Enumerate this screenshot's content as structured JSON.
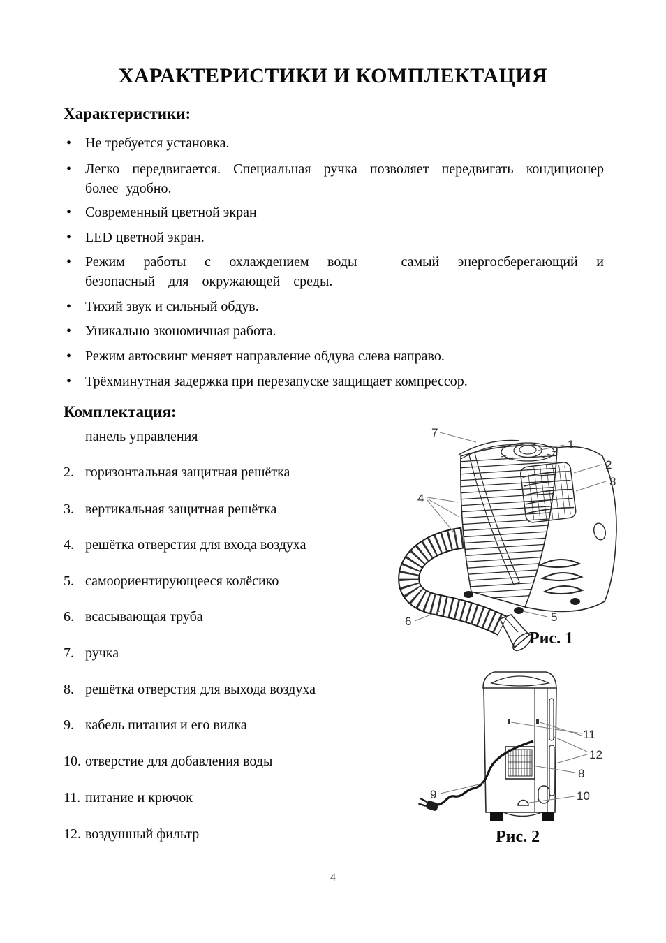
{
  "page": {
    "title": "ХАРАКТЕРИСТИКИ И КОМПЛЕКТАЦИЯ",
    "page_number": "4"
  },
  "characteristics": {
    "heading": "Характеристики:",
    "bullet": "•",
    "items": [
      "Не требуется установка.",
      "Легко передвигается. Специальная ручка позволяет передвигать кондиционер более удобно.",
      "Современный цветной экран",
      "LED цветной экран.",
      "Режим работы с охлаждением воды – самый энергосберегающий и безопасный для окружающей среды.",
      "Тихий звук и сильный обдув.",
      "Уникально экономичная работа.",
      "Режим автосвинг меняет направление обдува слева направо.",
      "Трёхминутная задержка при перезапуске защищает компрессор."
    ]
  },
  "package": {
    "heading": "Комплектация:",
    "items": [
      {
        "num": "",
        "label": "панель управления"
      },
      {
        "num": "2.",
        "label": "горизонтальная защитная решётка"
      },
      {
        "num": "3.",
        "label": "вертикальная защитная решётка"
      },
      {
        "num": "4.",
        "label": "решётка отверстия для входа воздуха"
      },
      {
        "num": "5.",
        "label": "самоориентирующееся колёсико"
      },
      {
        "num": "6.",
        "label": "всасывающая труба"
      },
      {
        "num": "7.",
        "label": "ручка"
      },
      {
        "num": "8.",
        "label": "решётка отверстия для выхода воздуха"
      },
      {
        "num": "9.",
        "label": "кабель питания и его вилка"
      },
      {
        "num": "10.",
        "label": "отверстие для добавления воды"
      },
      {
        "num": "11.",
        "label": "питание и крючок"
      },
      {
        "num": "12.",
        "label": "воздушный фильтр"
      }
    ]
  },
  "figure1": {
    "caption": "Рис. 1",
    "labels": {
      "l1": "1",
      "l2": "2",
      "l3": "3",
      "l4": "4",
      "l5": "5",
      "l6": "6",
      "l7": "7"
    }
  },
  "figure2": {
    "caption": "Рис. 2",
    "labels": {
      "l8": "8",
      "l9": "9",
      "l10": "10",
      "l11": "11",
      "l12": "12"
    }
  }
}
